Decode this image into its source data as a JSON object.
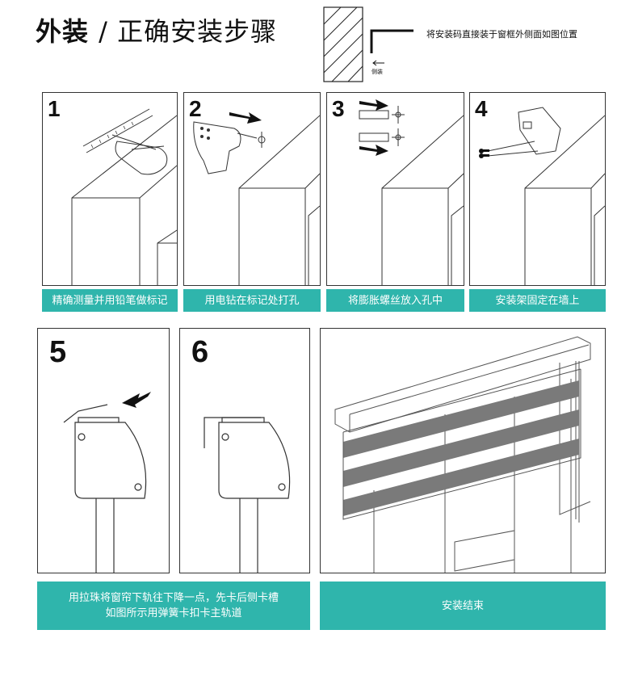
{
  "header": {
    "title_main": "外装",
    "title_sub": "/ 正确安装步骤",
    "hint": "将安装码直接装于窗框外侧面如图位置",
    "side_label": "侧装"
  },
  "steps": [
    {
      "number": "1",
      "caption": "精确测量并用铅笔做标记"
    },
    {
      "number": "2",
      "caption": "用电钻在标记处打孔"
    },
    {
      "number": "3",
      "caption": "将膨胀螺丝放入孔中"
    },
    {
      "number": "4",
      "caption": "安装架固定在墙上"
    },
    {
      "number": "5",
      "caption": ""
    },
    {
      "number": "6",
      "caption": ""
    }
  ],
  "bottom_captions": {
    "left_line1": "用拉珠将窗帘下轨往下降一点，先卡后侧卡槽",
    "left_line2": "如图所示用弹簧卡扣卡主轨道",
    "right": "安装结束"
  },
  "colors": {
    "accent": "#2fb5ac",
    "stripe": "#7a7a7a"
  }
}
